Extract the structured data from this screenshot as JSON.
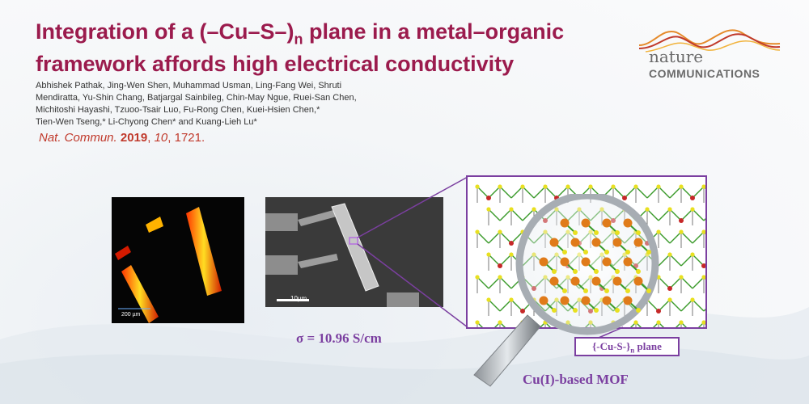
{
  "title": {
    "line1_pre": "Integration of a (–Cu–S–)",
    "line1_sub": "n",
    "line1_post": " plane in a metal–organic",
    "line2": "framework affords high electrical conductivity"
  },
  "authors": [
    "Abhishek Pathak, Jing-Wen Shen, Muhammad Usman, Ling-Fang Wei, Shruti",
    "Mendiratta, Yu-Shin Chang, Batjargal Sainbileg, Chin-May Ngue, Ruei-San Chen,",
    "Michitoshi Hayashi, Tzuoo-Tsair Luo, Fu-Rong Chen, Kuei-Hsien Chen,*",
    "Tien-Wen Tseng,* Li-Chyong Chen* and Kuang-Lieh Lu*"
  ],
  "citation": {
    "journal": "Nat. Commun.",
    "year": "2019",
    "volume": "10",
    "pages": "1721."
  },
  "logo": {
    "top": "nature",
    "bottom": "COMMUNICATIONS"
  },
  "figure": {
    "scale_crystal": "200 µm",
    "scale_sem": "10µm",
    "conductivity": "σ = 10.96 S/cm",
    "plane_label_pre": "{-Cu-S-}",
    "plane_label_sub": "n",
    "plane_label_post": " plane",
    "mof_caption": "Cu(I)-based MOF"
  },
  "colors": {
    "title": "#9b1b4d",
    "citation": "#c0392b",
    "accent_purple": "#7b3fa0",
    "cu_atom": "#e07b1a",
    "s_atom": "#e8e020"
  }
}
